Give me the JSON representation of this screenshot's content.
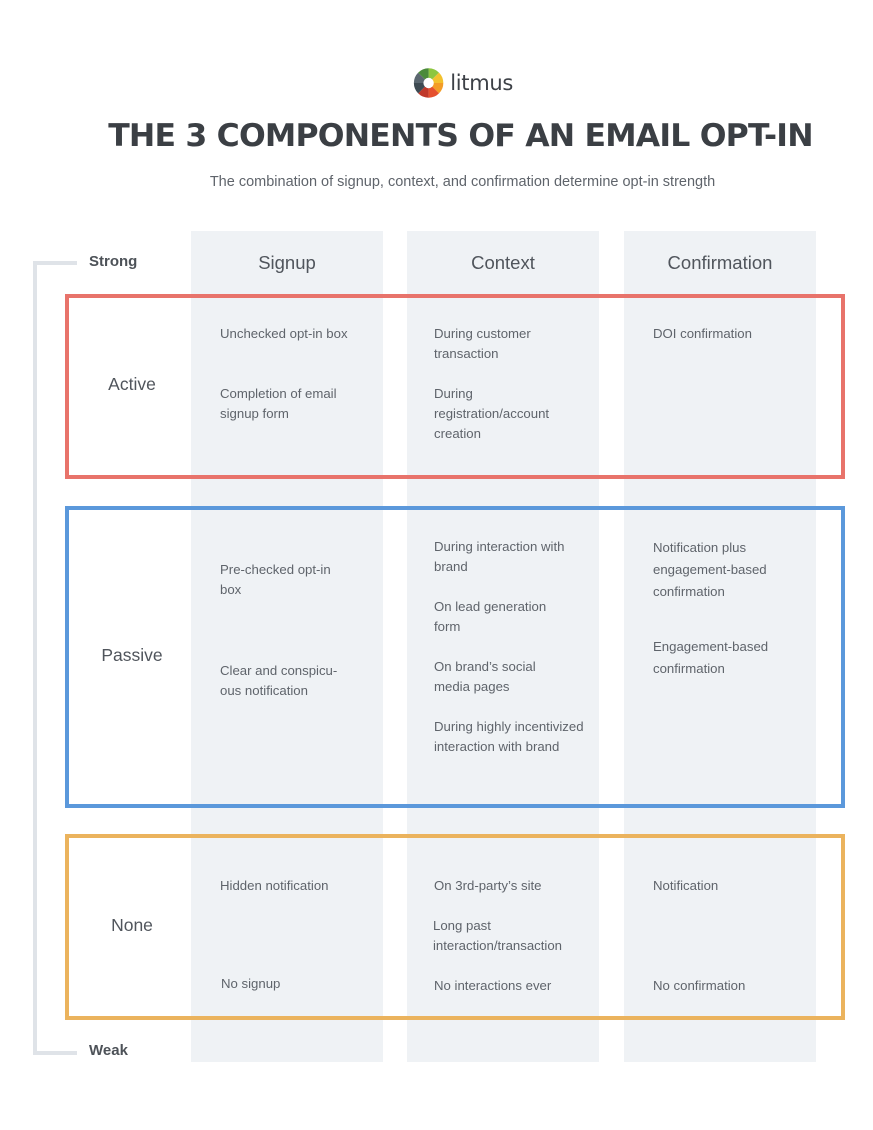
{
  "brand": {
    "name": "litmus"
  },
  "title": "THE 3 COMPONENTS OF AN EMAIL OPT-IN",
  "subtitle": "The combination of signup, context, and confirmation determine opt-in strength",
  "scale": {
    "top": "Strong",
    "bottom": "Weak"
  },
  "columns": [
    "Signup",
    "Context",
    "Confirmation"
  ],
  "rows": [
    {
      "label": "Active",
      "color": "#e8736b",
      "signup": [
        "Unchecked opt-in box",
        "Completion of email signup form"
      ],
      "context": [
        "During customer transaction",
        "During registration/account creation"
      ],
      "confirmation": [
        "DOI confirmation"
      ]
    },
    {
      "label": "Passive",
      "color": "#5b98db",
      "signup": [
        "Pre-checked opt-in box",
        "Clear and conspicu-ous notification"
      ],
      "context": [
        "During interaction with brand",
        "On lead generation form",
        "On brand’s social media pages",
        "During highly incentivized interaction with brand"
      ],
      "confirmation": [
        "Notification plus engagement-based confirmation",
        "Engagement-based confirmation"
      ]
    },
    {
      "label": "None",
      "color": "#ebb35d",
      "signup": [
        "Hidden notification",
        "No signup"
      ],
      "context": [
        "On 3rd-party’s site",
        "Long past interaction/transaction",
        "No interactions ever"
      ],
      "confirmation": [
        "Notification",
        "No confirmation"
      ]
    }
  ],
  "colors": {
    "background": "#ffffff",
    "column": "#eff2f5",
    "scale": "#dfe3e8"
  }
}
